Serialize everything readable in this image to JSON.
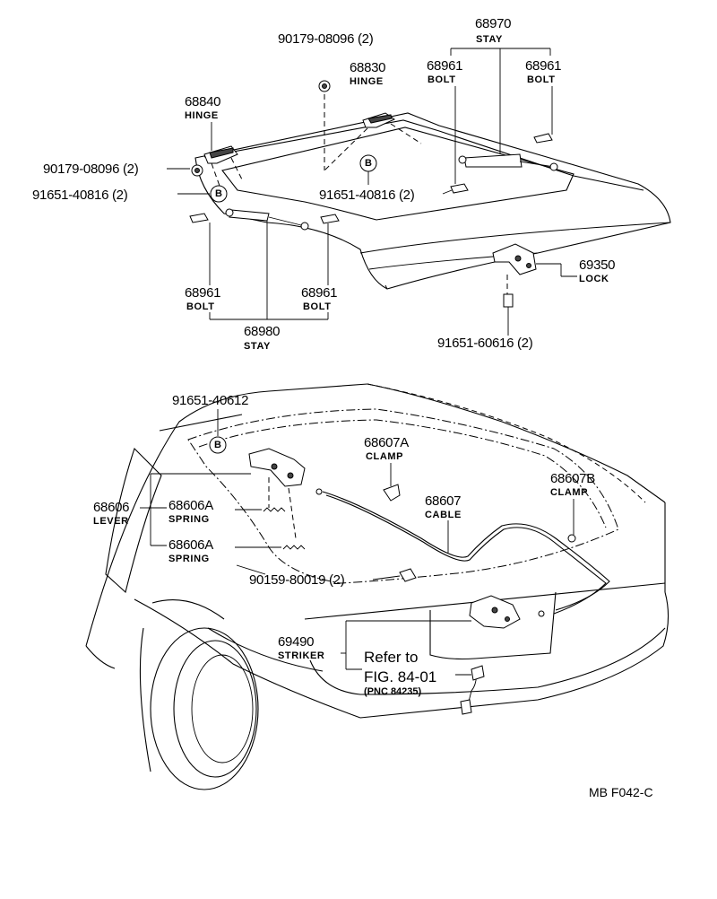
{
  "upper": {
    "c_90179_top": {
      "pn": "90179-08096 (2)"
    },
    "c_68830": {
      "pn": "68830",
      "nm": "HINGE"
    },
    "c_68970": {
      "pn": "68970",
      "nm": "STAY"
    },
    "c_68961_tl": {
      "pn": "68961",
      "nm": "BOLT"
    },
    "c_68961_tr": {
      "pn": "68961",
      "nm": "BOLT"
    },
    "c_68840": {
      "pn": "68840",
      "nm": "HINGE"
    },
    "c_90179_left": {
      "pn": "90179-08096 (2)"
    },
    "c_91651_left": {
      "pn": "91651-40816 (2)"
    },
    "c_91651_mid": {
      "pn": "91651-40816 (2)"
    },
    "c_69350": {
      "pn": "69350",
      "nm": "LOCK"
    },
    "c_68961_bl": {
      "pn": "68961",
      "nm": "BOLT"
    },
    "c_68961_bm": {
      "pn": "68961",
      "nm": "BOLT"
    },
    "c_68980": {
      "pn": "68980",
      "nm": "STAY"
    },
    "c_91651_606": {
      "pn": "91651-60616 (2)"
    },
    "b_marker": "B"
  },
  "lower": {
    "c_91651_612": {
      "pn": "91651-40612"
    },
    "c_68607A": {
      "pn": "68607A",
      "nm": "CLAMP"
    },
    "c_68607B": {
      "pn": "68607B",
      "nm": "CLAMP"
    },
    "c_68606": {
      "pn": "68606",
      "nm": "LEVER"
    },
    "c_68606A_1": {
      "pn": "68606A",
      "nm": "SPRING"
    },
    "c_68607": {
      "pn": "68607",
      "nm": "CABLE"
    },
    "c_68606A_2": {
      "pn": "68606A",
      "nm": "SPRING"
    },
    "c_90159": {
      "pn": "90159-80019 (2)"
    },
    "c_69490": {
      "pn": "69490",
      "nm": "STRIKER"
    },
    "refer": {
      "line1": "Refer to",
      "line2": "FIG. 84-01",
      "line3": "(PNC 84235)"
    }
  },
  "footer": {
    "code": "MB  F042-C"
  }
}
